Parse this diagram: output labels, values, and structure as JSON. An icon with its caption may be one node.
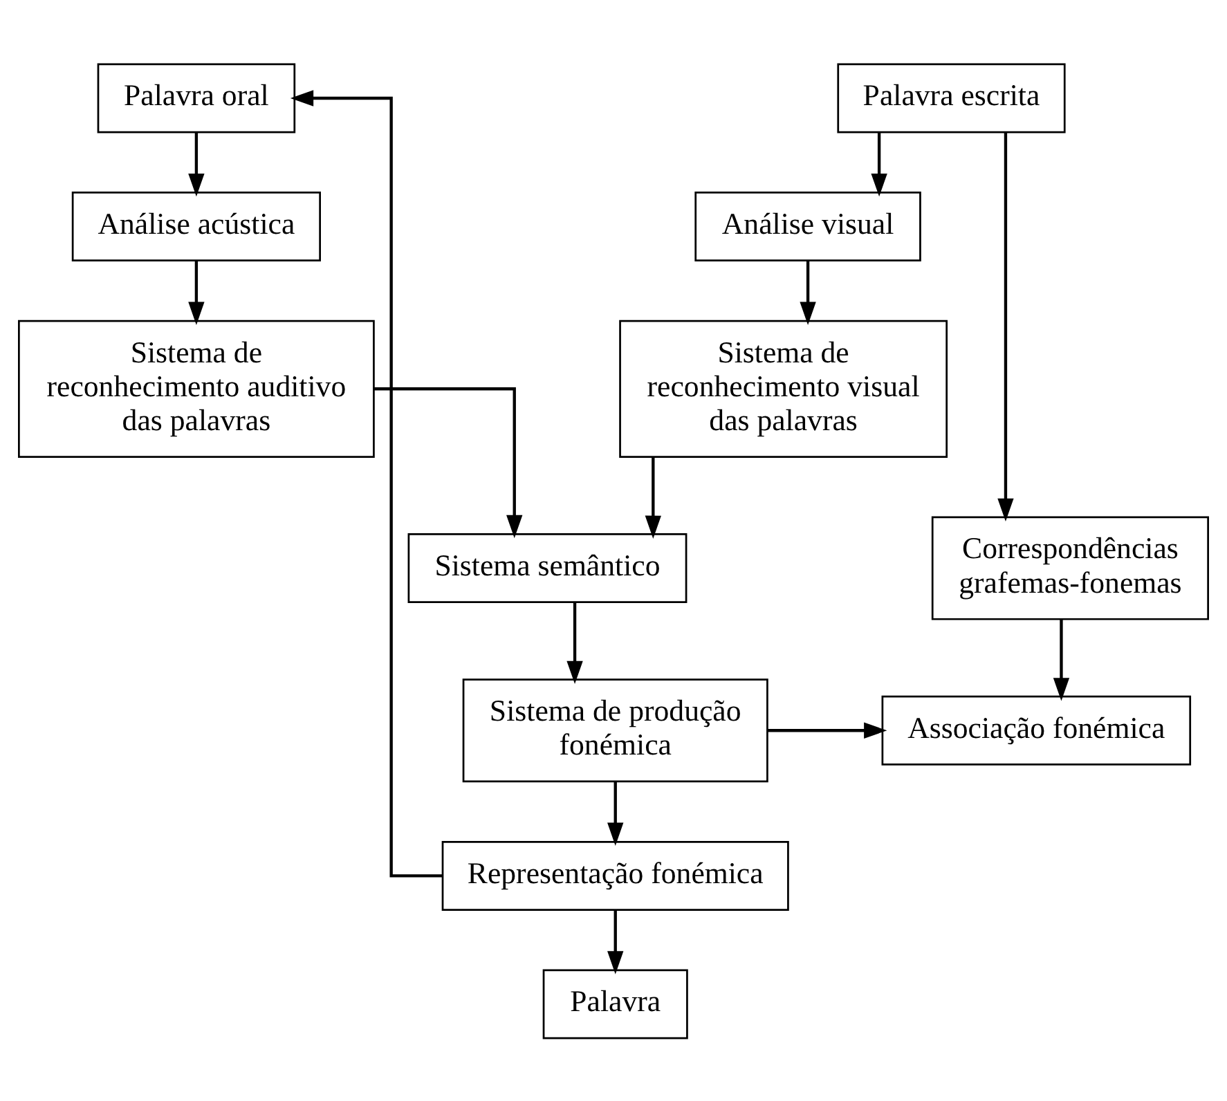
{
  "diagram": {
    "nodes": [
      {
        "text": [
          "Palavra oral"
        ]
      },
      {
        "text": [
          "Palavra escrita"
        ]
      },
      {
        "text": [
          "Análise acústica"
        ]
      },
      {
        "text": [
          "Análise visual"
        ]
      },
      {
        "text": [
          "Sistema de reconhecimento auditivo das palavras"
        ]
      },
      {
        "text": [
          "Sistema de reconhecimento visual das palavras"
        ]
      },
      {
        "text": [
          "Sistema semântico"
        ]
      },
      {
        "text": [
          "Correspondências grafemas-fonemas"
        ]
      },
      {
        "text": [
          "Sistema de produção fonémica"
        ]
      },
      {
        "text": [
          "Associação fonémica"
        ]
      },
      {
        "text": [
          "Representação fonémica"
        ]
      },
      {
        "text": [
          "Palavra"
        ]
      }
    ],
    "edges": [
      {
        "from": 0,
        "to": 2,
        "arrow": "to"
      },
      {
        "from": 2,
        "to": 4,
        "arrow": "to"
      },
      {
        "from": 4,
        "to": 6,
        "arrow": "to"
      },
      {
        "from": 1,
        "to": 3,
        "arrow": "to"
      },
      {
        "from": 3,
        "to": 5,
        "arrow": "to"
      },
      {
        "from": 5,
        "to": 6,
        "arrow": "to"
      },
      {
        "from": 1,
        "to": 7,
        "arrow": "to"
      },
      {
        "from": 6,
        "to": 8,
        "arrow": "to"
      },
      {
        "from": 8,
        "to": 10,
        "arrow": "to"
      },
      {
        "from": 8,
        "to": 9,
        "arrow": "to"
      },
      {
        "from": 7,
        "to": 9,
        "arrow": "to"
      },
      {
        "from": 10,
        "to": 0,
        "arrow": "to"
      },
      {
        "from": 10,
        "to": 11,
        "arrow": "to"
      }
    ]
  }
}
